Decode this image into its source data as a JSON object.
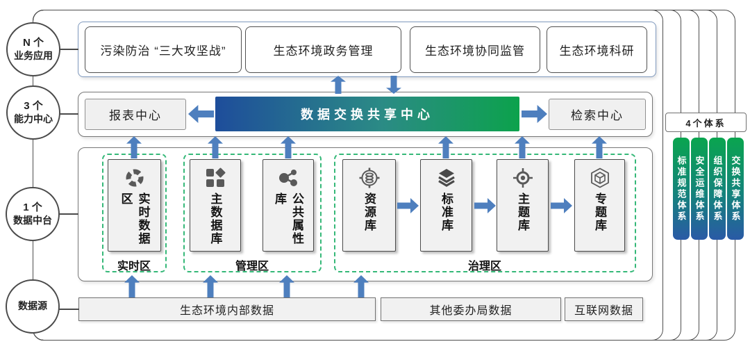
{
  "rail": {
    "circles": [
      {
        "top": "N 个",
        "bottom": "业务应用"
      },
      {
        "top": "3 个",
        "bottom": "能力中心"
      },
      {
        "top": "1 个",
        "bottom": "数据中台"
      },
      {
        "top": "数据源",
        "bottom": ""
      }
    ]
  },
  "apps": {
    "items": [
      "污染防治 “三大攻坚战”",
      "生态环境政务管理",
      "生态环境协同监管",
      "生态环境科研"
    ]
  },
  "capability": {
    "report_center": "报表中心",
    "exchange_center": "数据交换共享中心",
    "search_center": "检索中心"
  },
  "platform": {
    "zones": [
      {
        "label": "实时区",
        "cards": [
          {
            "label": "实时数据区",
            "icon": "realtime-ring-icon"
          }
        ]
      },
      {
        "label": "管理区",
        "cards": [
          {
            "label": "主数据库",
            "icon": "master-data-grid-icon"
          },
          {
            "label": "公共属性库",
            "icon": "shared-attributes-icon"
          }
        ]
      },
      {
        "label": "治理区",
        "cards": [
          {
            "label": "资源库",
            "icon": "resource-db-icon"
          },
          {
            "label": "标准库",
            "icon": "standards-layers-icon"
          },
          {
            "label": "主题库",
            "icon": "theme-target-icon"
          },
          {
            "label": "专题库",
            "icon": "special-cube-icon"
          }
        ]
      }
    ]
  },
  "sources": {
    "items": [
      "生态环境内部数据",
      "其他委办局数据",
      "互联网数据"
    ]
  },
  "systems": {
    "label": "4个体系",
    "bars": [
      "标准规范体系",
      "安全运维体系",
      "组织保障体系",
      "交换共享体系"
    ]
  },
  "colors": {
    "arrow_blue": "#4e7fbe",
    "dashed_green": "#35b878",
    "exchange_gradient": [
      "#1e4d9b",
      "#2b8b85",
      "#0ca24c"
    ],
    "system_bar_gradient": [
      "#0aa54f",
      "#14837b",
      "#2a5aa6"
    ],
    "card_bg": "#f1f1f1",
    "line_gray": "#4d4d4d"
  }
}
